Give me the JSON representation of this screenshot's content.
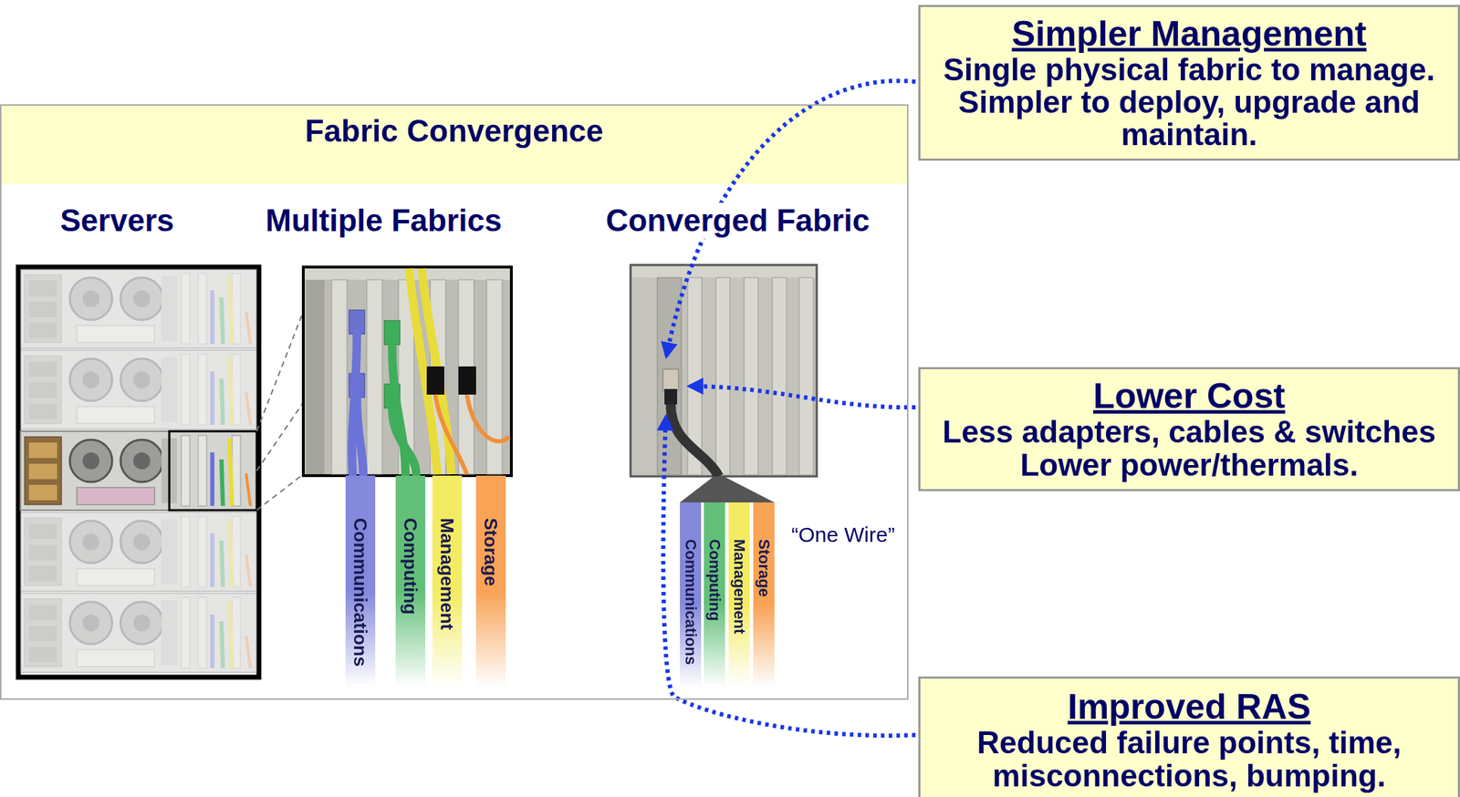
{
  "diagram": {
    "nodes": [
      {
        "text": [
          "Fabric Convergence"
        ]
      },
      {
        "text": [
          "Communications"
        ],
        "in": 0
      },
      {
        "text": [
          "Computing"
        ],
        "in": 0
      },
      {
        "text": [
          "Management"
        ],
        "in": 0
      },
      {
        "text": [
          "Storage"
        ],
        "in": 0
      },
      {
        "text": [
          "Communications"
        ],
        "in": 0
      },
      {
        "text": [
          "Computing"
        ],
        "in": 0
      },
      {
        "text": [
          "Management"
        ],
        "in": 0
      },
      {
        "text": [
          "Storage"
        ],
        "in": 0
      },
      {
        "text": [
          "Simpler Management",
          "Single physical fabric to manage. Simpler to deploy, upgrade and maintain."
        ]
      },
      {
        "text": [
          "Lower Cost",
          "Less adapters, cables & switches Lower power/thermals."
        ]
      },
      {
        "text": [
          "Improved RAS",
          "Reduced failure points, time, misconnections, bumping."
        ]
      }
    ],
    "labels": [
      "Servers",
      "Multiple Fabrics",
      "Converged Fabric",
      "“One Wire”"
    ]
  }
}
